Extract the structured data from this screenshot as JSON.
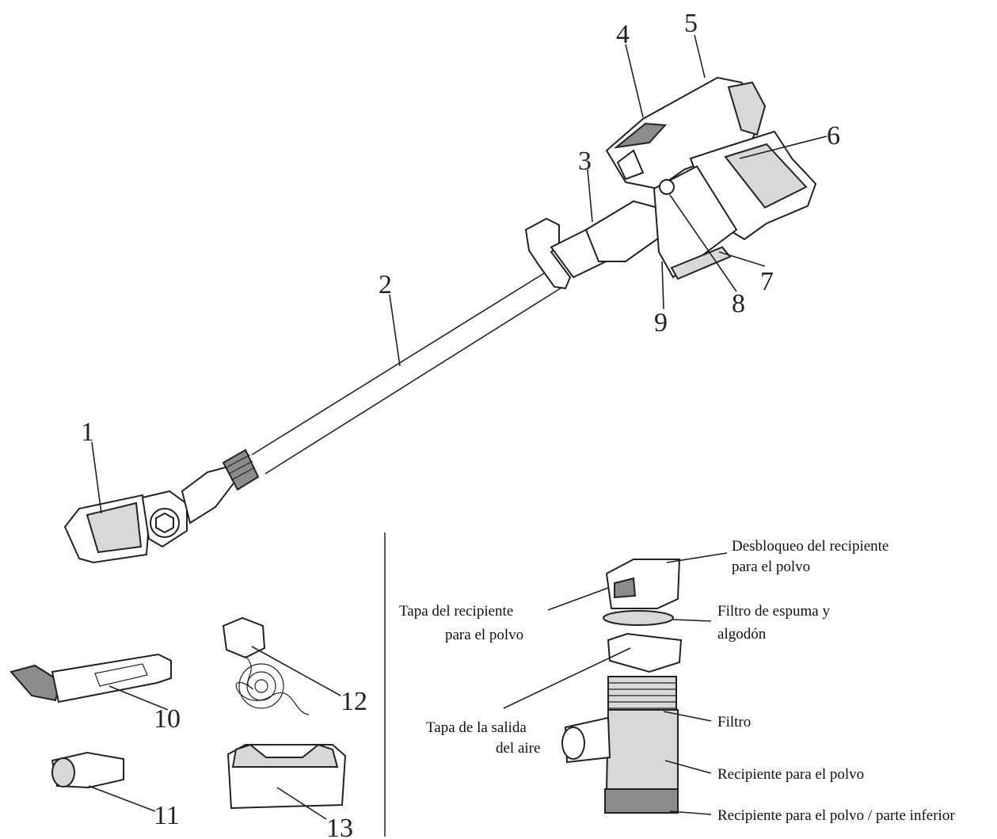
{
  "callouts": [
    {
      "id": "1",
      "text": "1"
    },
    {
      "id": "2",
      "text": "2"
    },
    {
      "id": "3",
      "text": "3"
    },
    {
      "id": "4",
      "text": "4"
    },
    {
      "id": "5",
      "text": "5"
    },
    {
      "id": "6",
      "text": "6"
    },
    {
      "id": "7",
      "text": "7"
    },
    {
      "id": "8",
      "text": "8"
    },
    {
      "id": "9",
      "text": "9"
    },
    {
      "id": "10",
      "text": "10"
    },
    {
      "id": "11",
      "text": "11"
    },
    {
      "id": "12",
      "text": "12"
    },
    {
      "id": "13",
      "text": "13"
    }
  ],
  "labels": {
    "dustbin_release": [
      "Desbloqueo del recipiente",
      "para el polvo"
    ],
    "dustbin_lid": [
      "Tapa del recipiente",
      "para el polvo"
    ],
    "foam_filter": [
      "Filtro de espuma y",
      "algodón"
    ],
    "air_outlet_cover": [
      "Tapa de la salida",
      "del aire"
    ],
    "filter": [
      "Filtro"
    ],
    "dustbin": [
      "Recipiente para el polvo"
    ],
    "dustbin_bottom": [
      "Recipiente para el polvo / parte inferior"
    ]
  }
}
